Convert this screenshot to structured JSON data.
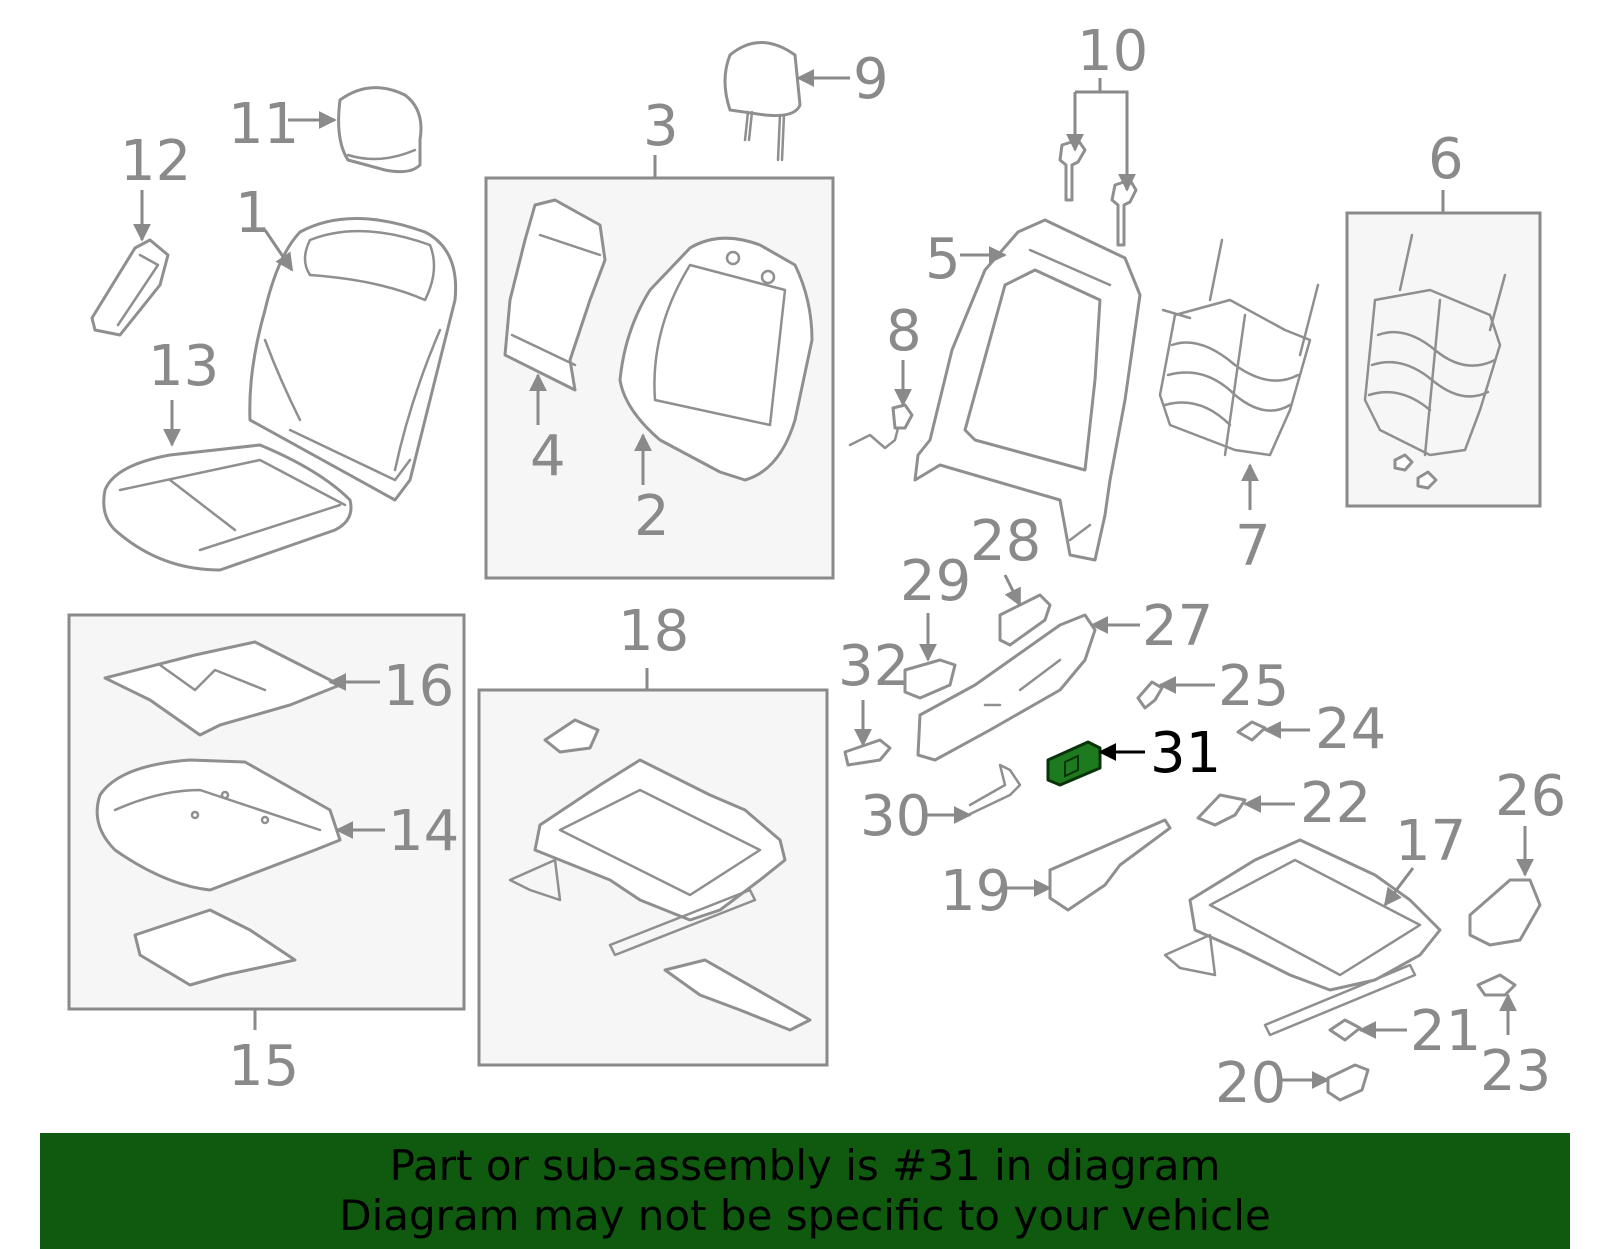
{
  "labels": {
    "l1": "1",
    "l2": "2",
    "l3": "3",
    "l4": "4",
    "l5": "5",
    "l6": "6",
    "l7": "7",
    "l8": "8",
    "l9": "9",
    "l10": "10",
    "l11": "11",
    "l12": "12",
    "l13": "13",
    "l14": "14",
    "l15": "15",
    "l16": "16",
    "l17": "17",
    "l18": "18",
    "l19": "19",
    "l20": "20",
    "l21": "21",
    "l22": "22",
    "l23": "23",
    "l24": "24",
    "l25": "25",
    "l26": "26",
    "l27": "27",
    "l28": "28",
    "l29": "29",
    "l30": "30",
    "l31": "31",
    "l32": "32"
  },
  "highlight": {
    "part_number": "31",
    "color": "#1e7a1e"
  },
  "banner": {
    "line1": "Part or sub-assembly is #31 in diagram",
    "line2": "Diagram may not be specific to your vehicle",
    "background": "#0f5a0f"
  }
}
